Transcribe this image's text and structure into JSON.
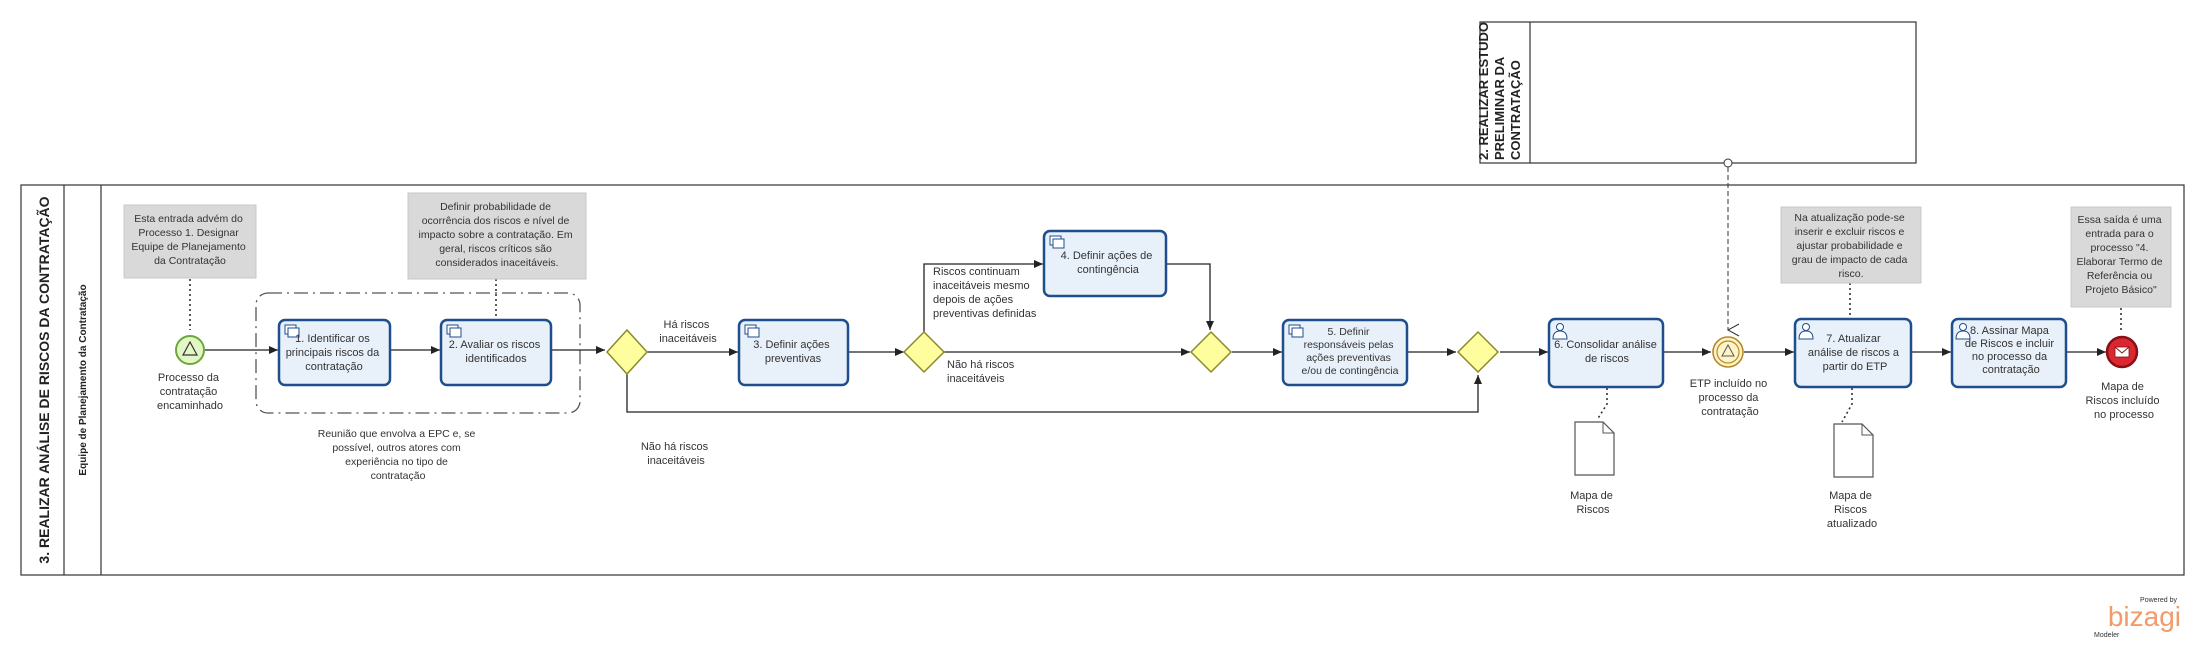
{
  "pool": {
    "title": "3. REALIZAR ANÁLISE DE RISCOS DA CONTRATAÇÃO",
    "lane": "Equipe de Planejamento da Contratação"
  },
  "external_pool": {
    "title_lines": [
      "2. REALIZAR ESTUDO",
      "PRELIMINAR DA",
      "CONTRATAÇÃO"
    ]
  },
  "events": {
    "start": {
      "label_lines": [
        "Processo da",
        "contratação",
        "encaminhado"
      ]
    },
    "intermediate": {
      "label_lines": [
        "ETP incluído no",
        "processo da",
        "contratação"
      ]
    },
    "end": {
      "label_lines": [
        "Mapa de",
        "Riscos incluído",
        "no processo"
      ]
    }
  },
  "tasks": [
    {
      "id": "t1",
      "lines": [
        "1. Identificar os",
        "principais riscos da",
        "contratação"
      ],
      "icon": "multi-instance-icon"
    },
    {
      "id": "t2",
      "lines": [
        "2. Avaliar os riscos",
        "identificados"
      ],
      "icon": "multi-instance-icon"
    },
    {
      "id": "t3",
      "lines": [
        "3. Definir ações",
        "preventivas"
      ],
      "icon": "multi-instance-icon"
    },
    {
      "id": "t4",
      "lines": [
        "4. Definir ações de",
        "contingência"
      ],
      "icon": "multi-instance-icon"
    },
    {
      "id": "t5",
      "lines": [
        "5. Definir",
        "responsáveis pelas",
        "ações preventivas",
        "e/ou de contingência"
      ],
      "icon": "multi-instance-icon"
    },
    {
      "id": "t6",
      "lines": [
        "6. Consolidar análise",
        "de riscos"
      ],
      "icon": "user-icon"
    },
    {
      "id": "t7",
      "lines": [
        "7. Atualizar",
        "análise de riscos a",
        "partir do ETP"
      ],
      "icon": "user-icon"
    },
    {
      "id": "t8",
      "lines": [
        "8. Assinar Mapa",
        "de Riscos e incluir",
        "no processo da",
        "contratação"
      ],
      "icon": "user-icon"
    }
  ],
  "annotations": [
    {
      "id": "n1",
      "lines": [
        "Esta entrada advém do",
        "Processo 1. Designar",
        "Equipe de Planejamento",
        "da Contratação"
      ]
    },
    {
      "id": "n2",
      "lines": [
        "Definir probabilidade de",
        "ocorrência dos riscos e nível de",
        "impacto sobre a contratação. Em",
        "geral, riscos críticos são",
        "considerados inaceitáveis."
      ]
    },
    {
      "id": "n3",
      "lines": [
        "Na atualização pode-se",
        "inserir e excluir riscos e",
        "ajustar probabilidade e",
        "grau de impacto de cada",
        "risco."
      ]
    },
    {
      "id": "n4",
      "lines": [
        "Essa saída é uma",
        "entrada para o",
        "processo \"4.",
        "Elaborar Termo de",
        "Referência ou",
        "Projeto Básico\""
      ]
    }
  ],
  "group_note": {
    "lines": [
      "Reunião que envolva a EPC e, se",
      "possível,  outros atores com",
      "experiência no tipo de",
      "contratação"
    ]
  },
  "flow_labels": {
    "ha_riscos": [
      "Há riscos",
      "inaceitáveis"
    ],
    "nao_ha_riscos_1": [
      "Não há riscos",
      "inaceitáveis"
    ],
    "riscos_continuam": [
      "Riscos continuam",
      "inaceitáveis mesmo",
      "depois de ações",
      "preventivas definidas"
    ],
    "nao_ha_riscos_2": [
      "Não há riscos",
      "inaceitáveis"
    ]
  },
  "documents": [
    {
      "id": "d1",
      "lines": [
        "Mapa de",
        "Riscos"
      ]
    },
    {
      "id": "d2",
      "lines": [
        "Mapa de",
        "Riscos",
        "atualizado"
      ]
    }
  ],
  "watermark": {
    "powered": "Powered by",
    "brand": "bizagi",
    "product": "Modeler"
  },
  "colors": {
    "task_border": "#1f4e8c",
    "task_fill": "#e8f0fa",
    "gateway_fill": "#fffe9e",
    "end_event": "#d9282f",
    "brand": "#f39a6b"
  }
}
